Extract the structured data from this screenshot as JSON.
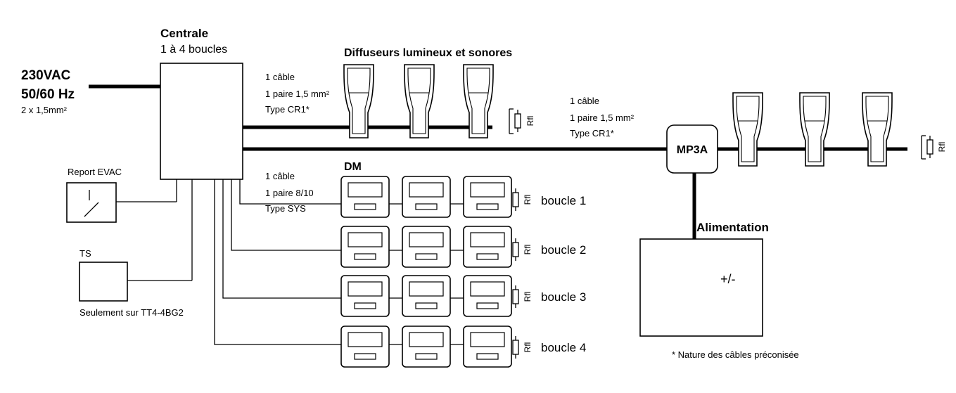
{
  "power": {
    "line1": "230VAC",
    "line2": "50/60 Hz",
    "line3": "2 x 1,5mm²"
  },
  "centrale": {
    "title": "Centrale",
    "subtitle": "1 à 4 boucles"
  },
  "diffuseurs": {
    "title": "Diffuseurs lumineux et sonores"
  },
  "cable_cr1_left": {
    "line1": "1 câble",
    "line2": "1 paire 1,5 mm²",
    "line3": "Type CR1*"
  },
  "cable_cr1_right": {
    "line1": "1 câble",
    "line2": "1 paire 1,5 mm²",
    "line3": "Type CR1*"
  },
  "cable_sys": {
    "line1": "1 câble",
    "line2": "1 paire 8/10",
    "line3": "Type SYS"
  },
  "dm": {
    "title": "DM"
  },
  "report_evac": "Report EVAC",
  "ts": {
    "label": "TS",
    "note": "Seulement sur TT4-4BG2"
  },
  "mp3a": "MP3A",
  "alimentation": {
    "title": "Alimentation",
    "polarity": "+/-"
  },
  "resistor_label": "Rfl",
  "loops": [
    "boucle 1",
    "boucle 2",
    "boucle 3",
    "boucle 4"
  ],
  "footnote": "* Nature des câbles préconisée"
}
